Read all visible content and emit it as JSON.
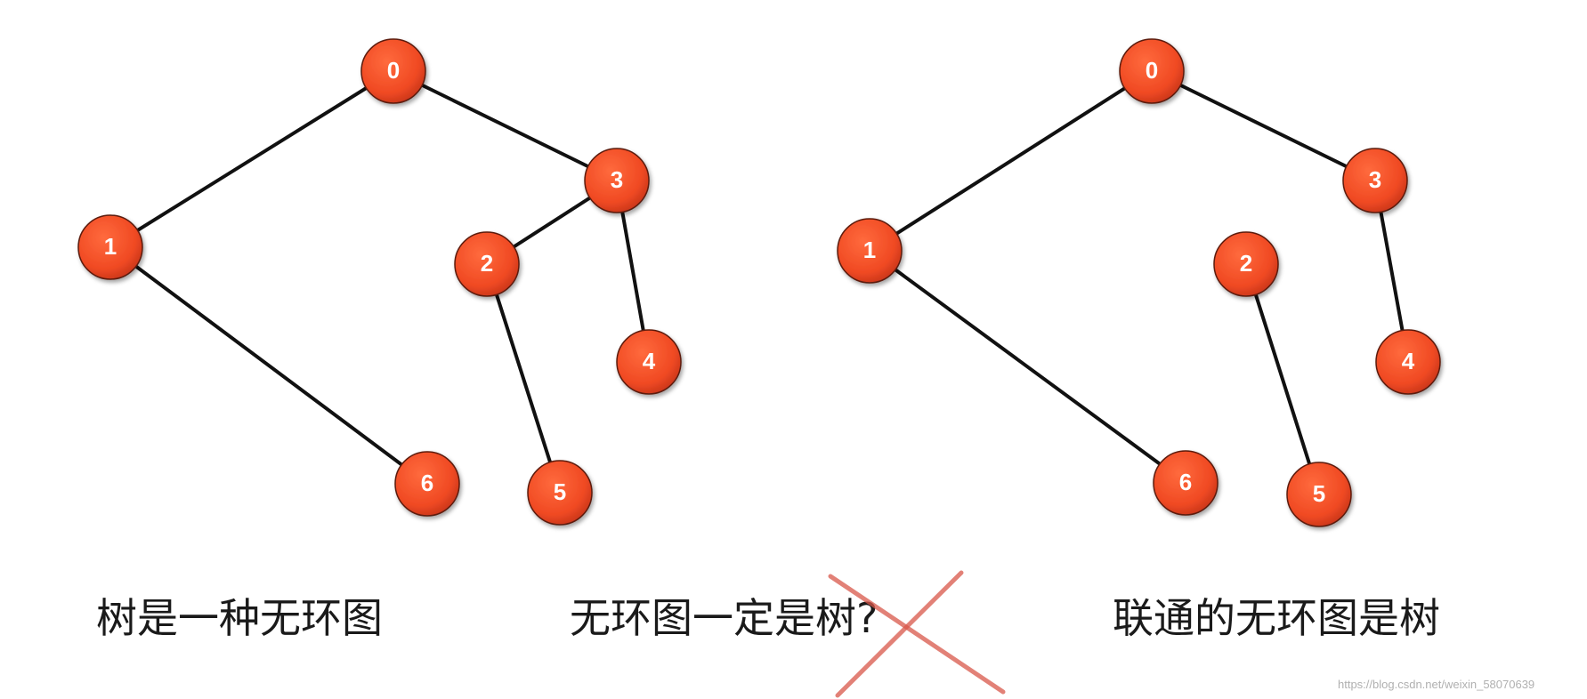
{
  "graphs": [
    {
      "name": "left-graph",
      "nodes": [
        {
          "id": "0",
          "label": "0"
        },
        {
          "id": "1",
          "label": "1"
        },
        {
          "id": "2",
          "label": "2"
        },
        {
          "id": "3",
          "label": "3"
        },
        {
          "id": "4",
          "label": "4"
        },
        {
          "id": "5",
          "label": "5"
        },
        {
          "id": "6",
          "label": "6"
        }
      ],
      "edges": [
        [
          "0",
          "1"
        ],
        [
          "0",
          "3"
        ],
        [
          "3",
          "2"
        ],
        [
          "3",
          "4"
        ],
        [
          "2",
          "5"
        ],
        [
          "1",
          "6"
        ]
      ]
    },
    {
      "name": "right-graph",
      "nodes": [
        {
          "id": "0",
          "label": "0"
        },
        {
          "id": "1",
          "label": "1"
        },
        {
          "id": "2",
          "label": "2"
        },
        {
          "id": "3",
          "label": "3"
        },
        {
          "id": "4",
          "label": "4"
        },
        {
          "id": "5",
          "label": "5"
        },
        {
          "id": "6",
          "label": "6"
        }
      ],
      "edges": [
        [
          "0",
          "1"
        ],
        [
          "0",
          "3"
        ],
        [
          "3",
          "4"
        ],
        [
          "2",
          "5"
        ],
        [
          "1",
          "6"
        ]
      ]
    }
  ],
  "captions": {
    "left": "树是一种无环图",
    "middle": "无环图一定是树?",
    "right": "联通的无环图是树"
  },
  "watermark": "https://blog.csdn.net/weixin_58070639",
  "colors": {
    "node_fill": "#f04a23",
    "edge": "#111111",
    "cross": "#d9574a"
  }
}
